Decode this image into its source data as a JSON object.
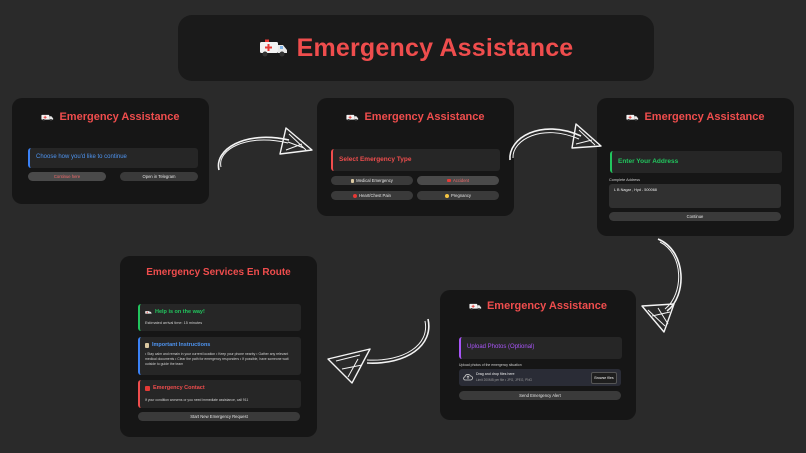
{
  "banner": {
    "title": "Emergency Assistance"
  },
  "card1": {
    "title": "Emergency Assistance",
    "prompt": "Choose how you'd like to continue",
    "btn_left": "Continue here",
    "btn_right": "Open in Telegram"
  },
  "card2": {
    "title": "Emergency Assistance",
    "section": "Select Emergency Type",
    "options": [
      "Medical Emergency",
      "Accident",
      "Heart/Chest Pain",
      "Pregnancy"
    ]
  },
  "card3": {
    "title": "Emergency Assistance",
    "section": "Enter Your Address",
    "field_label": "Complete Address",
    "field_value": "L B Nagar , Hyd - 500068",
    "continue": "Continue"
  },
  "card4": {
    "title": "Emergency Assistance",
    "section": "Upload Photos (Optional)",
    "upload_label": "Upload photos of the emergency situation",
    "drop_text": "Drag and drop files here",
    "drop_limit": "Limit 200MB per file • JPG, JPEG, PNG",
    "browse": "Browse files",
    "send": "Send Emergency Alert"
  },
  "card5": {
    "title": "Emergency Services En Route",
    "help_title": "Help is on the way!",
    "help_text": "Estimated arrival time: 15 minutes",
    "instr_title": "Important Instructions",
    "instr_text": "• Stay calm and remain in your current location • Keep your phone nearby • Gather any relevant medical documents • Clear the path for emergency responders • If possible, have someone wait outside to guide the team",
    "contact_title": "Emergency Contact",
    "contact_text": "If your condition worsens or you need immediate assistance, call 911",
    "restart": "Start New Emergency Request"
  },
  "colors": {
    "accent_red": "#ef4d4d",
    "accent_blue": "#3b82f6",
    "accent_green": "#22c55e",
    "accent_purple": "#a855f7",
    "card_bg": "#161616",
    "page_bg": "#2a2a2a"
  },
  "icons": [
    "ambulance-icon",
    "clipboard-icon",
    "sos-icon",
    "cloud-upload-icon",
    "hand-drawn-arrow"
  ]
}
